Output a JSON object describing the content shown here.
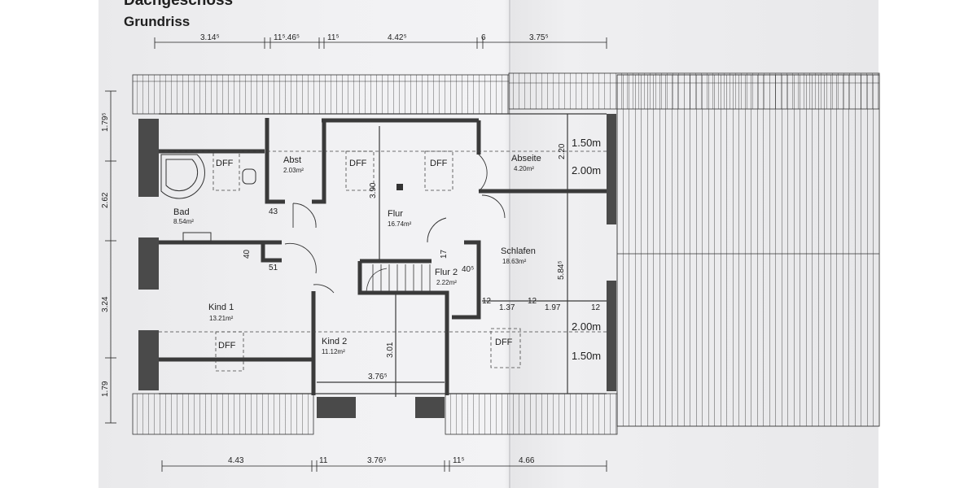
{
  "title": "Dachgeschoss",
  "subtitle": "Grundriss",
  "rooms": [
    {
      "name": "Bad",
      "area": "8.54m²"
    },
    {
      "name": "Abst",
      "area": "2.03m²"
    },
    {
      "name": "Flur",
      "area": "16.74m²"
    },
    {
      "name": "Abseite",
      "area": "4.20m²"
    },
    {
      "name": "Schlafen",
      "area": "18.63m²"
    },
    {
      "name": "Flur 2",
      "area": "2.22m²"
    },
    {
      "name": "Kind 1",
      "area": "13.21m²"
    },
    {
      "name": "Kind 2",
      "area": "11.12m²"
    }
  ],
  "dff_label": "DFF",
  "top_dims": [
    "3.14⁵",
    "11⁵",
    ".46⁵",
    "11⁵",
    "4.42⁵",
    "6",
    "3.75⁵"
  ],
  "bottom_dims": [
    "4.43",
    "11",
    "3.76⁵",
    "11⁵",
    "4.66"
  ],
  "left_dims": [
    "1.79⁵",
    "2.62",
    "3.24",
    "1.79"
  ],
  "inner_dims": [
    "3.90",
    "2.20",
    "5.84⁵",
    "3.01",
    "3.76⁵",
    "1.37",
    "1.97",
    "12",
    "12",
    "12",
    "43",
    "40",
    "51",
    "17",
    "40⁵"
  ],
  "height_marks": [
    "1.50m",
    "2.00m",
    "2.00m",
    "1.50m"
  ]
}
